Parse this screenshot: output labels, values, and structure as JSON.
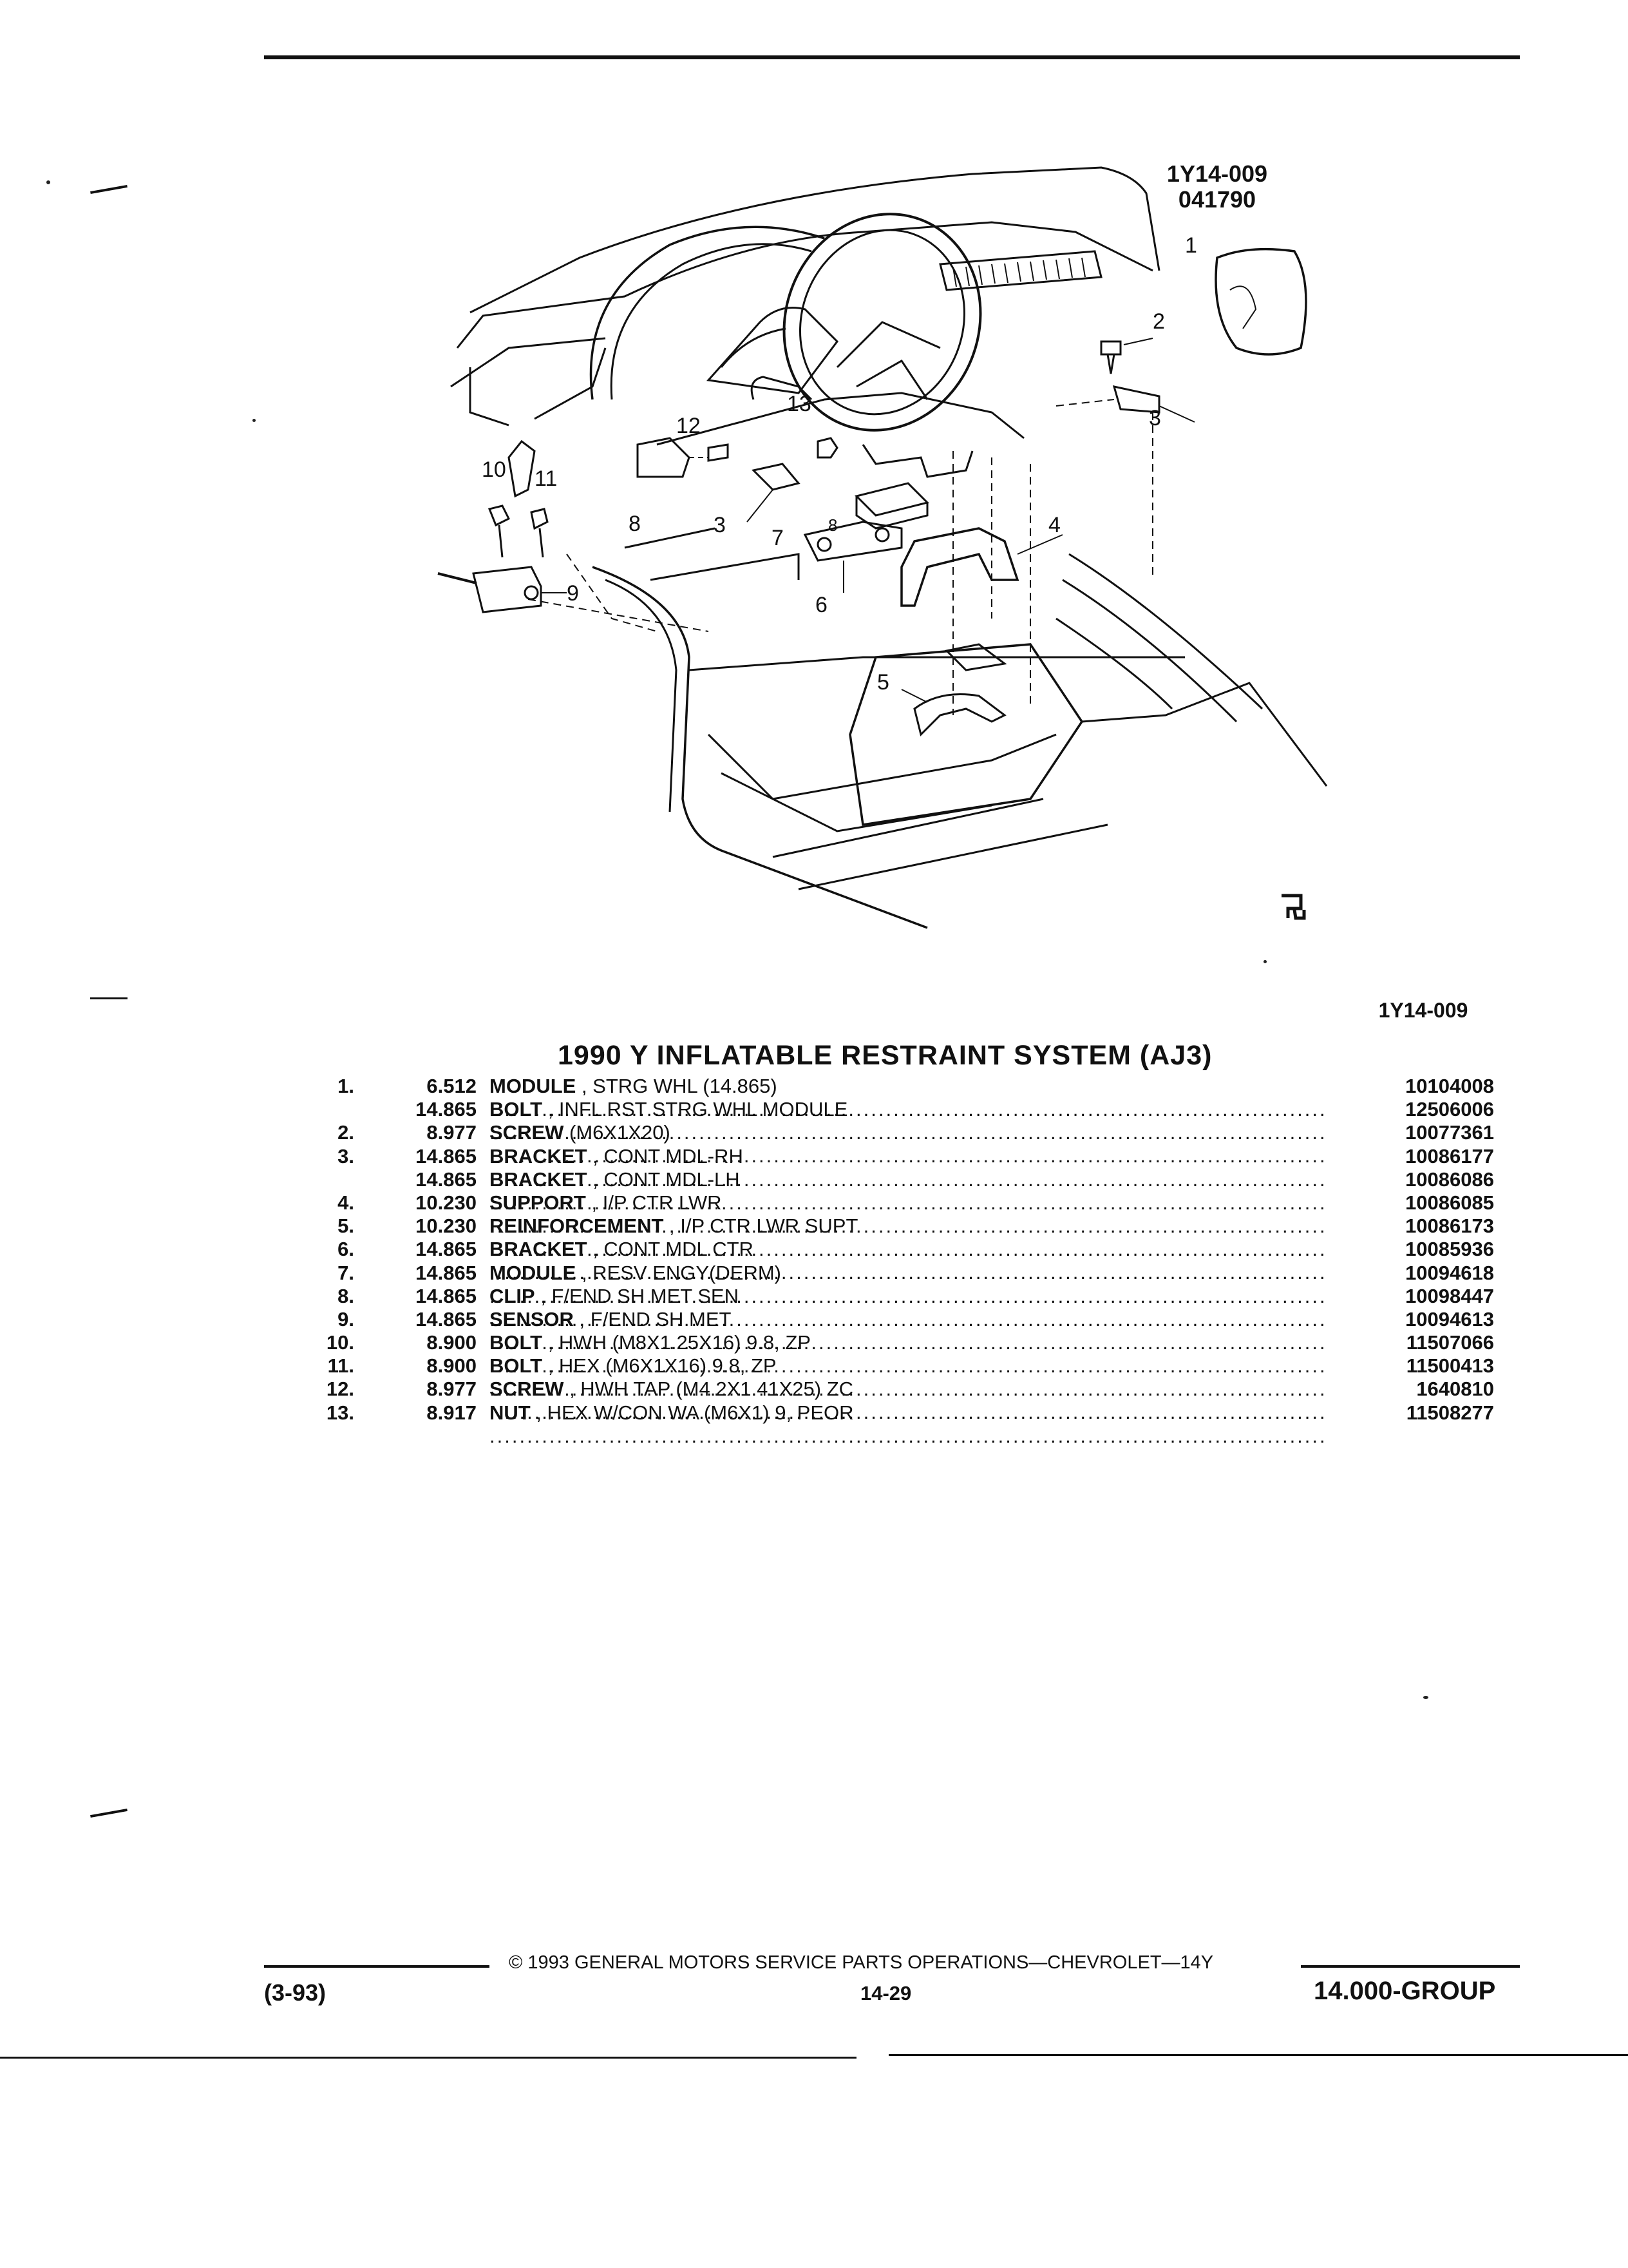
{
  "figure": {
    "codes": [
      "1Y14-009",
      "041790"
    ],
    "callouts": [
      "1",
      "2",
      "3",
      "4",
      "5",
      "6",
      "7",
      "8",
      "9",
      "10",
      "11",
      "12",
      "13",
      "3",
      "8"
    ],
    "caption_code": "1Y14-009"
  },
  "title": "1990 Y INFLATABLE RESTRAINT SYSTEM (AJ3)",
  "parts": [
    {
      "num": "1.",
      "group": "6.512",
      "name": "MODULE",
      "detail": ", STRG WHL (14.865)",
      "part": "10104008"
    },
    {
      "num": "",
      "group": "14.865",
      "name": "BOLT",
      "detail": ", INFL RST STRG WHL MODULE",
      "part": "12506006"
    },
    {
      "num": "2.",
      "group": "8.977",
      "name": "SCREW",
      "detail": "(M6X1X20)",
      "part": "10077361"
    },
    {
      "num": "3.",
      "group": "14.865",
      "name": "BRACKET",
      "detail": ", CONT MDL-RH",
      "part": "10086177"
    },
    {
      "num": "",
      "group": "14.865",
      "name": "BRACKET",
      "detail": ", CONT MDL-LH",
      "part": "10086086"
    },
    {
      "num": "4.",
      "group": "10.230",
      "name": "SUPPORT",
      "detail": ", I/P CTR LWR",
      "part": "10086085"
    },
    {
      "num": "5.",
      "group": "10.230",
      "name": "REINFORCEMENT",
      "detail": ", I/P CTR LWR SUPT",
      "part": "10086173"
    },
    {
      "num": "6.",
      "group": "14.865",
      "name": "BRACKET",
      "detail": ", CONT MDL CTR",
      "part": "10085936"
    },
    {
      "num": "7.",
      "group": "14.865",
      "name": "MODULE",
      "detail": ", RESV ENGY(DERM)",
      "part": "10094618"
    },
    {
      "num": "8.",
      "group": "14.865",
      "name": "CLIP",
      "detail": ", F/END SH MET SEN",
      "part": "10098447"
    },
    {
      "num": "9.",
      "group": "14.865",
      "name": "SENSOR",
      "detail": ", F/END SH MET",
      "part": "10094613"
    },
    {
      "num": "10.",
      "group": "8.900",
      "name": "BOLT",
      "detail": ", HWH (M8X1.25X16) 9.8, ZP",
      "part": "11507066"
    },
    {
      "num": "11.",
      "group": "8.900",
      "name": "BOLT",
      "detail": ", HEX (M6X1X16) 9.8, ZP",
      "part": "11500413"
    },
    {
      "num": "12.",
      "group": "8.977",
      "name": "SCREW",
      "detail": ", HWH TAP (M4.2X1.41X25) ZC",
      "part": "1640810"
    },
    {
      "num": "13.",
      "group": "8.917",
      "name": "NUT",
      "detail": ", HEX W/CON WA (M6X1) 9, PEOR",
      "part": "11508277"
    }
  ],
  "footer": {
    "copyright": "© 1993 GENERAL MOTORS SERVICE PARTS OPERATIONS—CHEVROLET—14Y",
    "date": "(3-93)",
    "page": "14-29",
    "group": "14.000-GROUP"
  },
  "icons": [
    "exploded-view-drawing",
    "airbag-module-icon",
    "gm-logo-mark"
  ]
}
